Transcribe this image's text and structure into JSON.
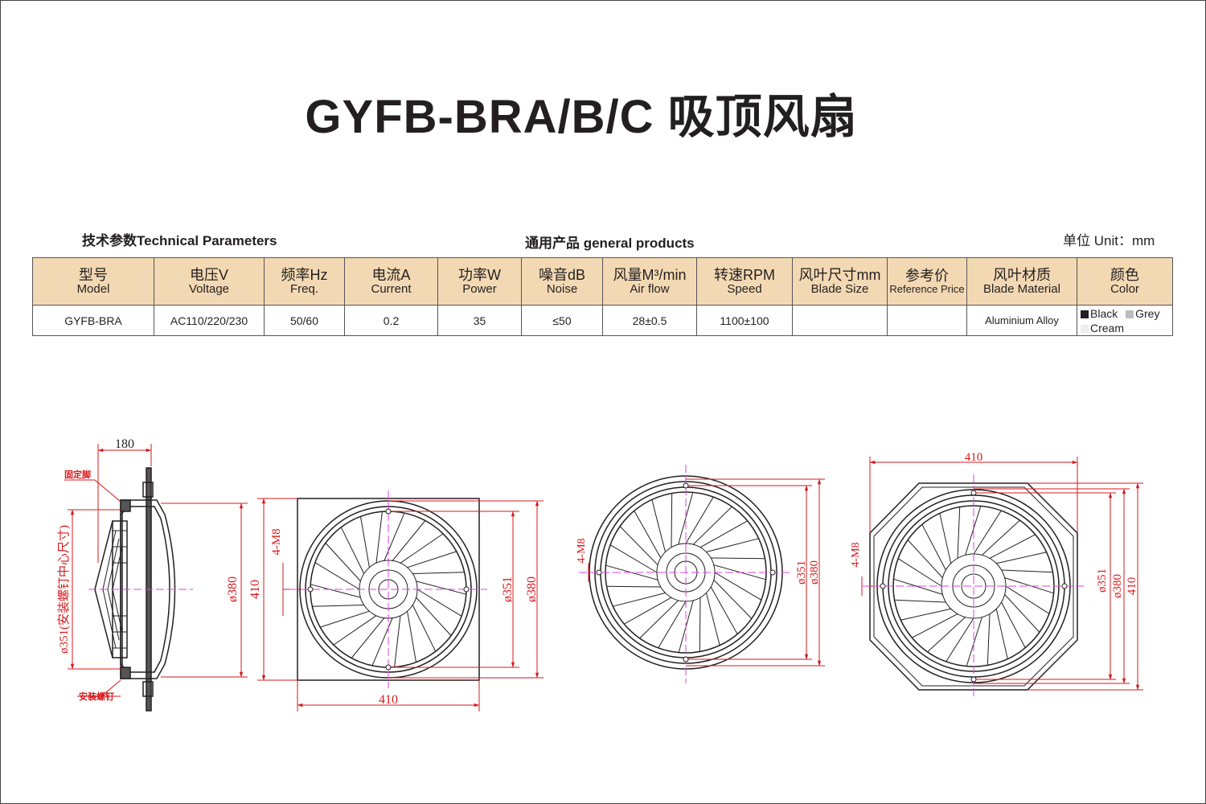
{
  "title": "GYFB-BRA/B/C 吸顶风扇",
  "labels": {
    "tech_params": "技术参数Technical Parameters",
    "general": "通用产品 general products",
    "unit": "单位 Unit：mm"
  },
  "table": {
    "headers": [
      {
        "zh": "型号",
        "en": "Model"
      },
      {
        "zh": "电压V",
        "en": "Voltage"
      },
      {
        "zh": "频率Hz",
        "en": "Freq."
      },
      {
        "zh": "电流A",
        "en": "Current"
      },
      {
        "zh": "功率W",
        "en": "Power"
      },
      {
        "zh": "噪音dB",
        "en": "Noise"
      },
      {
        "zh": "风量M³/min",
        "en": "Air flow"
      },
      {
        "zh": "转速RPM",
        "en": "Speed"
      },
      {
        "zh": "风叶尺寸mm",
        "en": "Blade Size"
      },
      {
        "zh": "参考价",
        "en": "Reference Price"
      },
      {
        "zh": "风叶材质",
        "en": "Blade Material"
      },
      {
        "zh": "颜色",
        "en": "Color"
      }
    ],
    "row": {
      "model": "GYFB-BRA",
      "voltage": "AC110/220/230",
      "freq": "50/60",
      "current": "0.2",
      "power": "35",
      "noise": "≤50",
      "airflow": "28±0.5",
      "speed": "1100±100",
      "blade_size": "",
      "price": "",
      "material": "Aluminium Alloy",
      "colors": [
        {
          "name": "Black",
          "hex": "#231f20"
        },
        {
          "name": "Grey",
          "hex": "#bdbdbd"
        },
        {
          "name": "Cream",
          "hex": "#eeeeee"
        }
      ]
    }
  },
  "drawings": {
    "side": {
      "depth": "180",
      "fixing_foot": "固定脚",
      "install_screw": "安装螺钉",
      "dia_380": "ø380",
      "dia_351_note": "ø351(安装螺钉中心尺寸)"
    },
    "square": {
      "width": "410",
      "height": "410",
      "holes": "4-M8",
      "dia_351": "ø351",
      "dia_380": "ø380"
    },
    "round": {
      "holes": "4-M8",
      "dia_351": "ø351",
      "dia_380": "ø380"
    },
    "octagon": {
      "width": "410",
      "holes": "4-M8",
      "dia_351": "ø351",
      "dia_380": "ø380",
      "height": "410"
    }
  },
  "colors": {
    "header_bg": "#f3d9b3",
    "dimension_red": "#d7191c",
    "centerline_magenta": "#e040e0"
  }
}
